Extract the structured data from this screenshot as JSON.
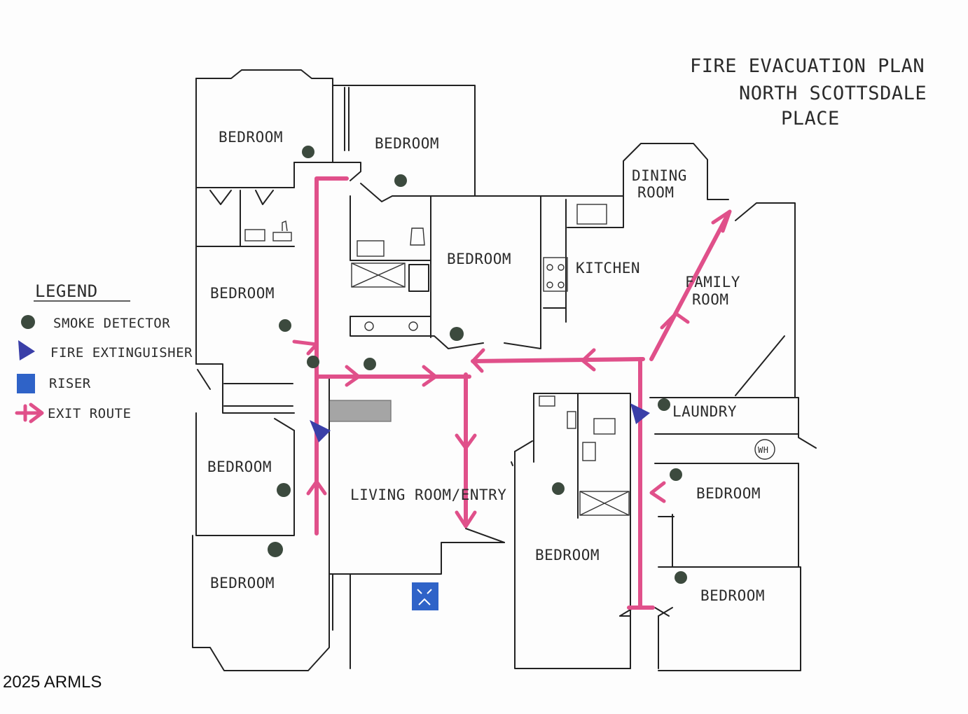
{
  "colors": {
    "wall": "#222222",
    "exit_route": "#e0508a",
    "smoke_detector": "#3c4a3e",
    "fire_extinguisher": "#3a3fa8",
    "riser": "#2f63c8"
  },
  "title": {
    "line1": "FIRE EVACUATION PLAN",
    "line2": "NORTH SCOTTSDALE",
    "line3": "PLACE"
  },
  "legend": {
    "heading": "LEGEND",
    "items": [
      {
        "label": "SMOKE DETECTOR",
        "icon": "smoke-detector-icon"
      },
      {
        "label": "FIRE EXTINGUISHER",
        "icon": "fire-extinguisher-icon"
      },
      {
        "label": "RISER",
        "icon": "riser-icon"
      },
      {
        "label": "EXIT ROUTE",
        "icon": "exit-route-arrow-icon"
      }
    ]
  },
  "rooms": {
    "bedroom_nw": "BEDROOM",
    "bedroom_n": "BEDROOM",
    "bedroom_center": "BEDROOM",
    "bedroom_west": "BEDROOM",
    "bedroom_sw1": "BEDROOM",
    "bedroom_sw2": "BEDROOM",
    "bedroom_s": "BEDROOM",
    "bedroom_se1": "BEDROOM",
    "bedroom_se2": "BEDROOM",
    "dining_room_line1": "DINING",
    "dining_room_line2": "ROOM",
    "kitchen": "KITCHEN",
    "family_room_line1": "FAMILY",
    "family_room_line2": "ROOM",
    "laundry": "LAUNDRY",
    "living_room": "LIVING ROOM/ENTRY",
    "water_heater": "WH"
  },
  "copyright": "2025 ARMLS"
}
